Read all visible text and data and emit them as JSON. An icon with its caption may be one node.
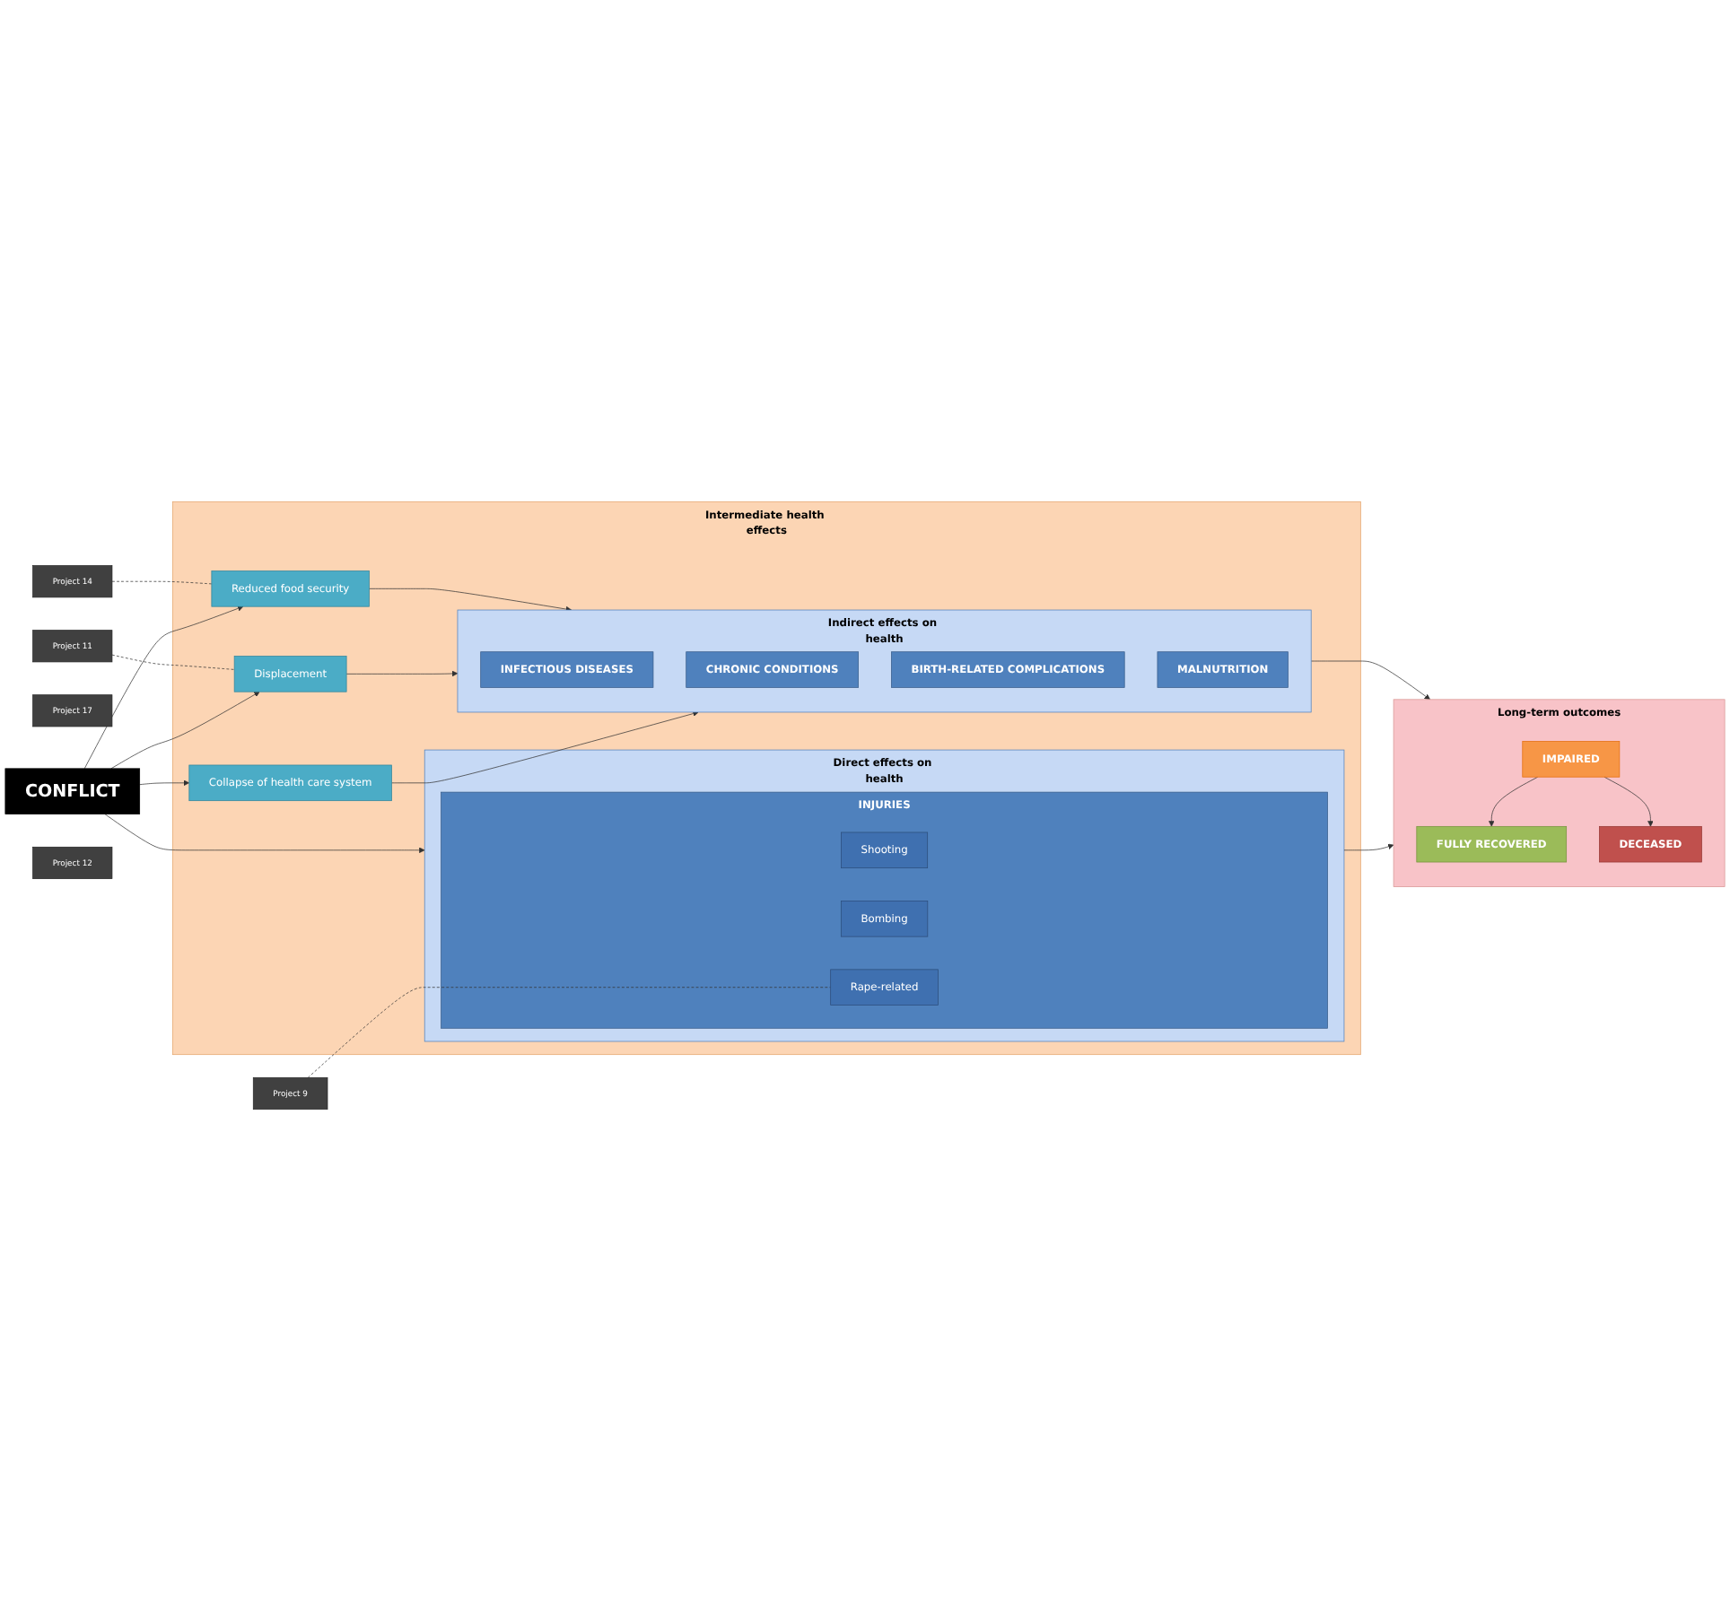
{
  "diagram": {
    "nodes": [
      {
        "text": [
          "CONFLICT"
        ]
      },
      {
        "text": [
          "Intermediate health effects"
        ]
      },
      {
        "text": [
          "Direct effects on health"
        ],
        "in": 1
      },
      {
        "text": [
          "INJURIES"
        ],
        "in": 2
      },
      {
        "text": [
          "Shooting"
        ],
        "in": 3
      },
      {
        "text": [
          "Bombing"
        ],
        "in": 3
      },
      {
        "text": [
          "Rape-related"
        ],
        "in": 3
      },
      {
        "text": [
          "Collapse of health care system"
        ],
        "in": 1
      },
      {
        "text": [
          "Displacement"
        ],
        "in": 1
      },
      {
        "text": [
          "Reduced food security"
        ],
        "in": 1
      },
      {
        "text": [
          "Indirect effects on health"
        ],
        "in": 1
      },
      {
        "text": [
          "INFECTIOUS DISEASES"
        ],
        "in": 10
      },
      {
        "text": [
          "CHRONIC CONDITIONS"
        ],
        "in": 10
      },
      {
        "text": [
          "BIRTH-RELATED COMPLICATIONS"
        ],
        "in": 10
      },
      {
        "text": [
          "MALNUTRITION"
        ],
        "in": 10
      },
      {
        "text": [
          "Long-term outcomes"
        ]
      },
      {
        "text": [
          "FULLY RECOVERED"
        ],
        "in": 15
      },
      {
        "text": [
          "IMPAIRED"
        ],
        "in": 15
      },
      {
        "text": [
          "DECEASED"
        ],
        "in": 15
      },
      {
        "text": [
          "Project 9"
        ]
      },
      {
        "text": [
          "Project 14"
        ]
      },
      {
        "text": [
          "Project 17"
        ]
      },
      {
        "text": [
          "Project 11"
        ]
      },
      {
        "text": [
          "Project 12"
        ]
      }
    ],
    "edges": [
      {
        "from": 0,
        "to": 2,
        "arrow": "to"
      },
      {
        "from": 0,
        "to": 7,
        "arrow": "to"
      },
      {
        "from": 0,
        "to": 8,
        "arrow": "to"
      },
      {
        "from": 0,
        "to": 9,
        "arrow": "to"
      },
      {
        "from": 7,
        "to": 10,
        "arrow": "to"
      },
      {
        "from": 8,
        "to": 10,
        "arrow": "to"
      },
      {
        "from": 9,
        "to": 10,
        "arrow": "to"
      },
      {
        "from": 2,
        "to": 15,
        "arrow": "to"
      },
      {
        "from": 10,
        "to": 15,
        "arrow": "to"
      },
      {
        "from": 17,
        "to": 16,
        "arrow": "to"
      },
      {
        "from": 17,
        "to": 18,
        "arrow": "to"
      },
      {
        "from": 19,
        "to": 6,
        "arrow": "none",
        "style": "dashed"
      },
      {
        "from": 20,
        "to": 9,
        "arrow": "none",
        "style": "dashed"
      },
      {
        "from": 22,
        "to": 8,
        "arrow": "none",
        "style": "dashed"
      }
    ]
  }
}
